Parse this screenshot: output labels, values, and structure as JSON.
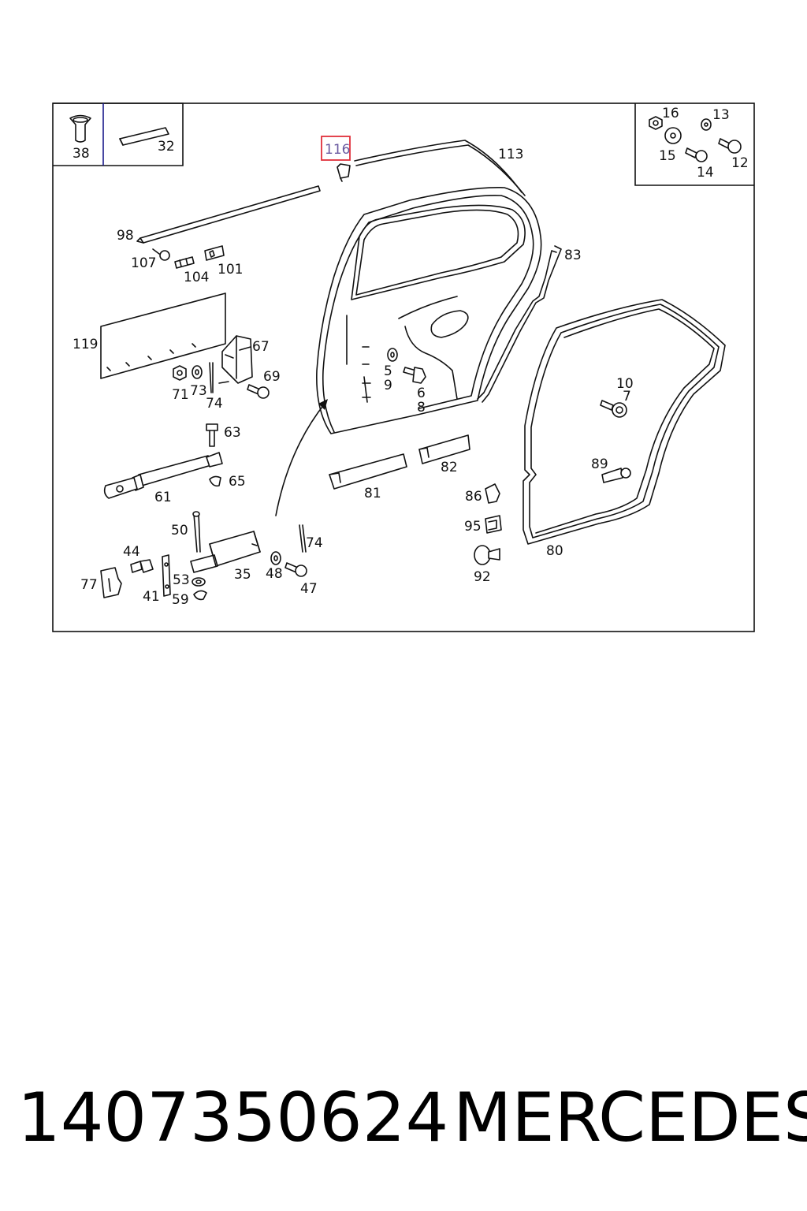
{
  "diagram": {
    "highlighted_callout": "116",
    "highlight_color": "#e0303a",
    "callouts": [
      {
        "id": "c-38",
        "text": "38"
      },
      {
        "id": "c-32",
        "text": "32"
      },
      {
        "id": "c-116",
        "text": "116"
      },
      {
        "id": "c-113",
        "text": "113"
      },
      {
        "id": "c-16",
        "text": "16"
      },
      {
        "id": "c-13",
        "text": "13"
      },
      {
        "id": "c-15",
        "text": "15"
      },
      {
        "id": "c-14",
        "text": "14"
      },
      {
        "id": "c-12",
        "text": "12"
      },
      {
        "id": "c-98",
        "text": "98"
      },
      {
        "id": "c-107",
        "text": "107"
      },
      {
        "id": "c-104",
        "text": "104"
      },
      {
        "id": "c-101",
        "text": "101"
      },
      {
        "id": "c-83",
        "text": "83"
      },
      {
        "id": "c-119",
        "text": "119"
      },
      {
        "id": "c-67",
        "text": "67"
      },
      {
        "id": "c-69",
        "text": "69"
      },
      {
        "id": "c-71",
        "text": "71"
      },
      {
        "id": "c-73",
        "text": "73"
      },
      {
        "id": "c-74a",
        "text": "74"
      },
      {
        "id": "c-5",
        "text": "5"
      },
      {
        "id": "c-9",
        "text": "9"
      },
      {
        "id": "c-6",
        "text": "6"
      },
      {
        "id": "c-8",
        "text": "8"
      },
      {
        "id": "c-10",
        "text": "10"
      },
      {
        "id": "c-7",
        "text": "7"
      },
      {
        "id": "c-63",
        "text": "63"
      },
      {
        "id": "c-65",
        "text": "65"
      },
      {
        "id": "c-61",
        "text": "61"
      },
      {
        "id": "c-81",
        "text": "81"
      },
      {
        "id": "c-82",
        "text": "82"
      },
      {
        "id": "c-86",
        "text": "86"
      },
      {
        "id": "c-89",
        "text": "89"
      },
      {
        "id": "c-95",
        "text": "95"
      },
      {
        "id": "c-80",
        "text": "80"
      },
      {
        "id": "c-92",
        "text": "92"
      },
      {
        "id": "c-50",
        "text": "50"
      },
      {
        "id": "c-74b",
        "text": "74"
      },
      {
        "id": "c-44",
        "text": "44"
      },
      {
        "id": "c-35",
        "text": "35"
      },
      {
        "id": "c-48",
        "text": "48"
      },
      {
        "id": "c-47",
        "text": "47"
      },
      {
        "id": "c-77",
        "text": "77"
      },
      {
        "id": "c-53",
        "text": "53"
      },
      {
        "id": "c-41",
        "text": "41"
      },
      {
        "id": "c-59",
        "text": "59"
      }
    ]
  },
  "footer": {
    "part_number": "1407350624",
    "brand": "MERCEDES"
  }
}
